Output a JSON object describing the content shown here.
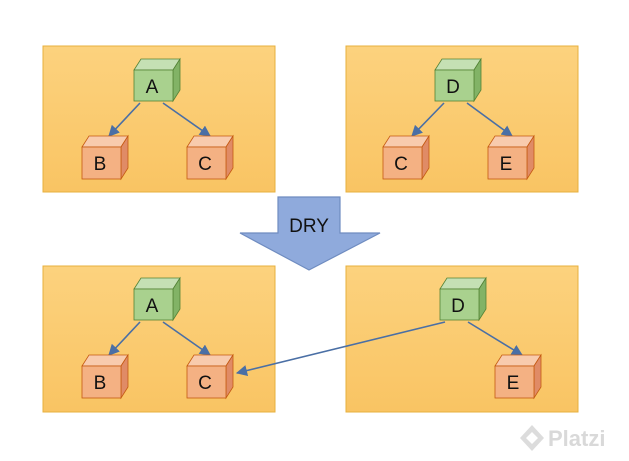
{
  "colors": {
    "panel_fill": "#fcd07a",
    "panel_stroke": "#e7b03e",
    "green_front": "#a9d18e",
    "green_top": "#c5e0b4",
    "green_side": "#82b366",
    "green_stroke": "#548235",
    "red_front": "#f4b183",
    "red_top": "#f8cbad",
    "red_side": "#e08b66",
    "red_stroke": "#c55a11",
    "edge": "#4a6fa5",
    "big_arrow_fill": "#8faadc",
    "big_arrow_stroke": "#6f8cc0"
  },
  "top_left": {
    "parent": "A",
    "left": "B",
    "right": "C"
  },
  "top_right": {
    "parent": "D",
    "left": "C",
    "right": "E"
  },
  "transition": {
    "label": "DRY"
  },
  "bottom_left": {
    "parent": "A",
    "left": "B",
    "right": "C"
  },
  "bottom_right": {
    "parent": "D",
    "right": "E"
  },
  "watermark": {
    "text": "Platzi",
    "icon": "platzi-logo-icon"
  }
}
